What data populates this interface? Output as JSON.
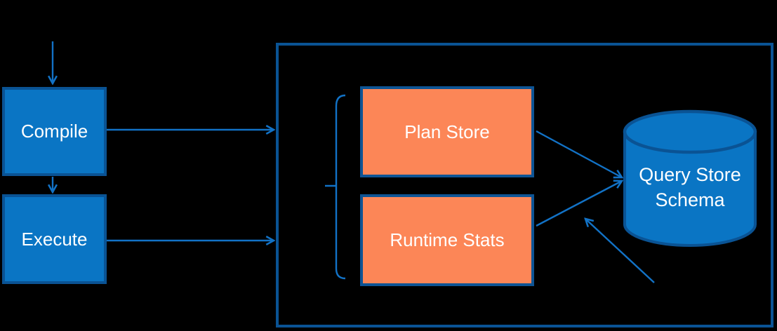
{
  "diagram": {
    "type": "flow-diagram",
    "subject": "Query Store architecture",
    "background": "#000000",
    "colors": {
      "blue_node_fill": "#0A75C4",
      "orange_node_fill": "#FC8657",
      "node_border": "#0A5394",
      "connector_blue": "#1272C6",
      "label_text": "#FFFFFF"
    },
    "nodes": {
      "compile": {
        "label": "Compile",
        "shape": "rectangle",
        "fill": "blue"
      },
      "execute": {
        "label": "Execute",
        "shape": "rectangle",
        "fill": "blue"
      },
      "plan_store": {
        "label": "Plan Store",
        "shape": "rectangle",
        "fill": "orange"
      },
      "runtime_stats": {
        "label": "Runtime Stats",
        "shape": "rectangle",
        "fill": "orange"
      },
      "query_store_schema": {
        "label_line1": "Query Store",
        "label_line2": "Schema",
        "shape": "cylinder",
        "fill": "blue"
      },
      "container": {
        "shape": "rectangle-outline",
        "contains": [
          "plan_store",
          "runtime_stats",
          "query_store_schema"
        ]
      }
    },
    "edges": [
      {
        "from": "offscreen-top",
        "to": "compile",
        "style": "arrow"
      },
      {
        "from": "compile",
        "to": "container",
        "style": "arrow"
      },
      {
        "from": "compile",
        "to": "execute",
        "style": "arrow"
      },
      {
        "from": "execute",
        "to": "container",
        "style": "arrow"
      },
      {
        "from": "plan_store",
        "to": "query_store_schema",
        "style": "arrow"
      },
      {
        "from": "runtime_stats",
        "to": "query_store_schema",
        "style": "arrow"
      },
      {
        "from": "offscreen-bottom-right",
        "to": "query_store_schema",
        "style": "arrow"
      }
    ],
    "annotations": {
      "brace": "curly brace grouping Plan Store and Runtime Stats"
    }
  }
}
